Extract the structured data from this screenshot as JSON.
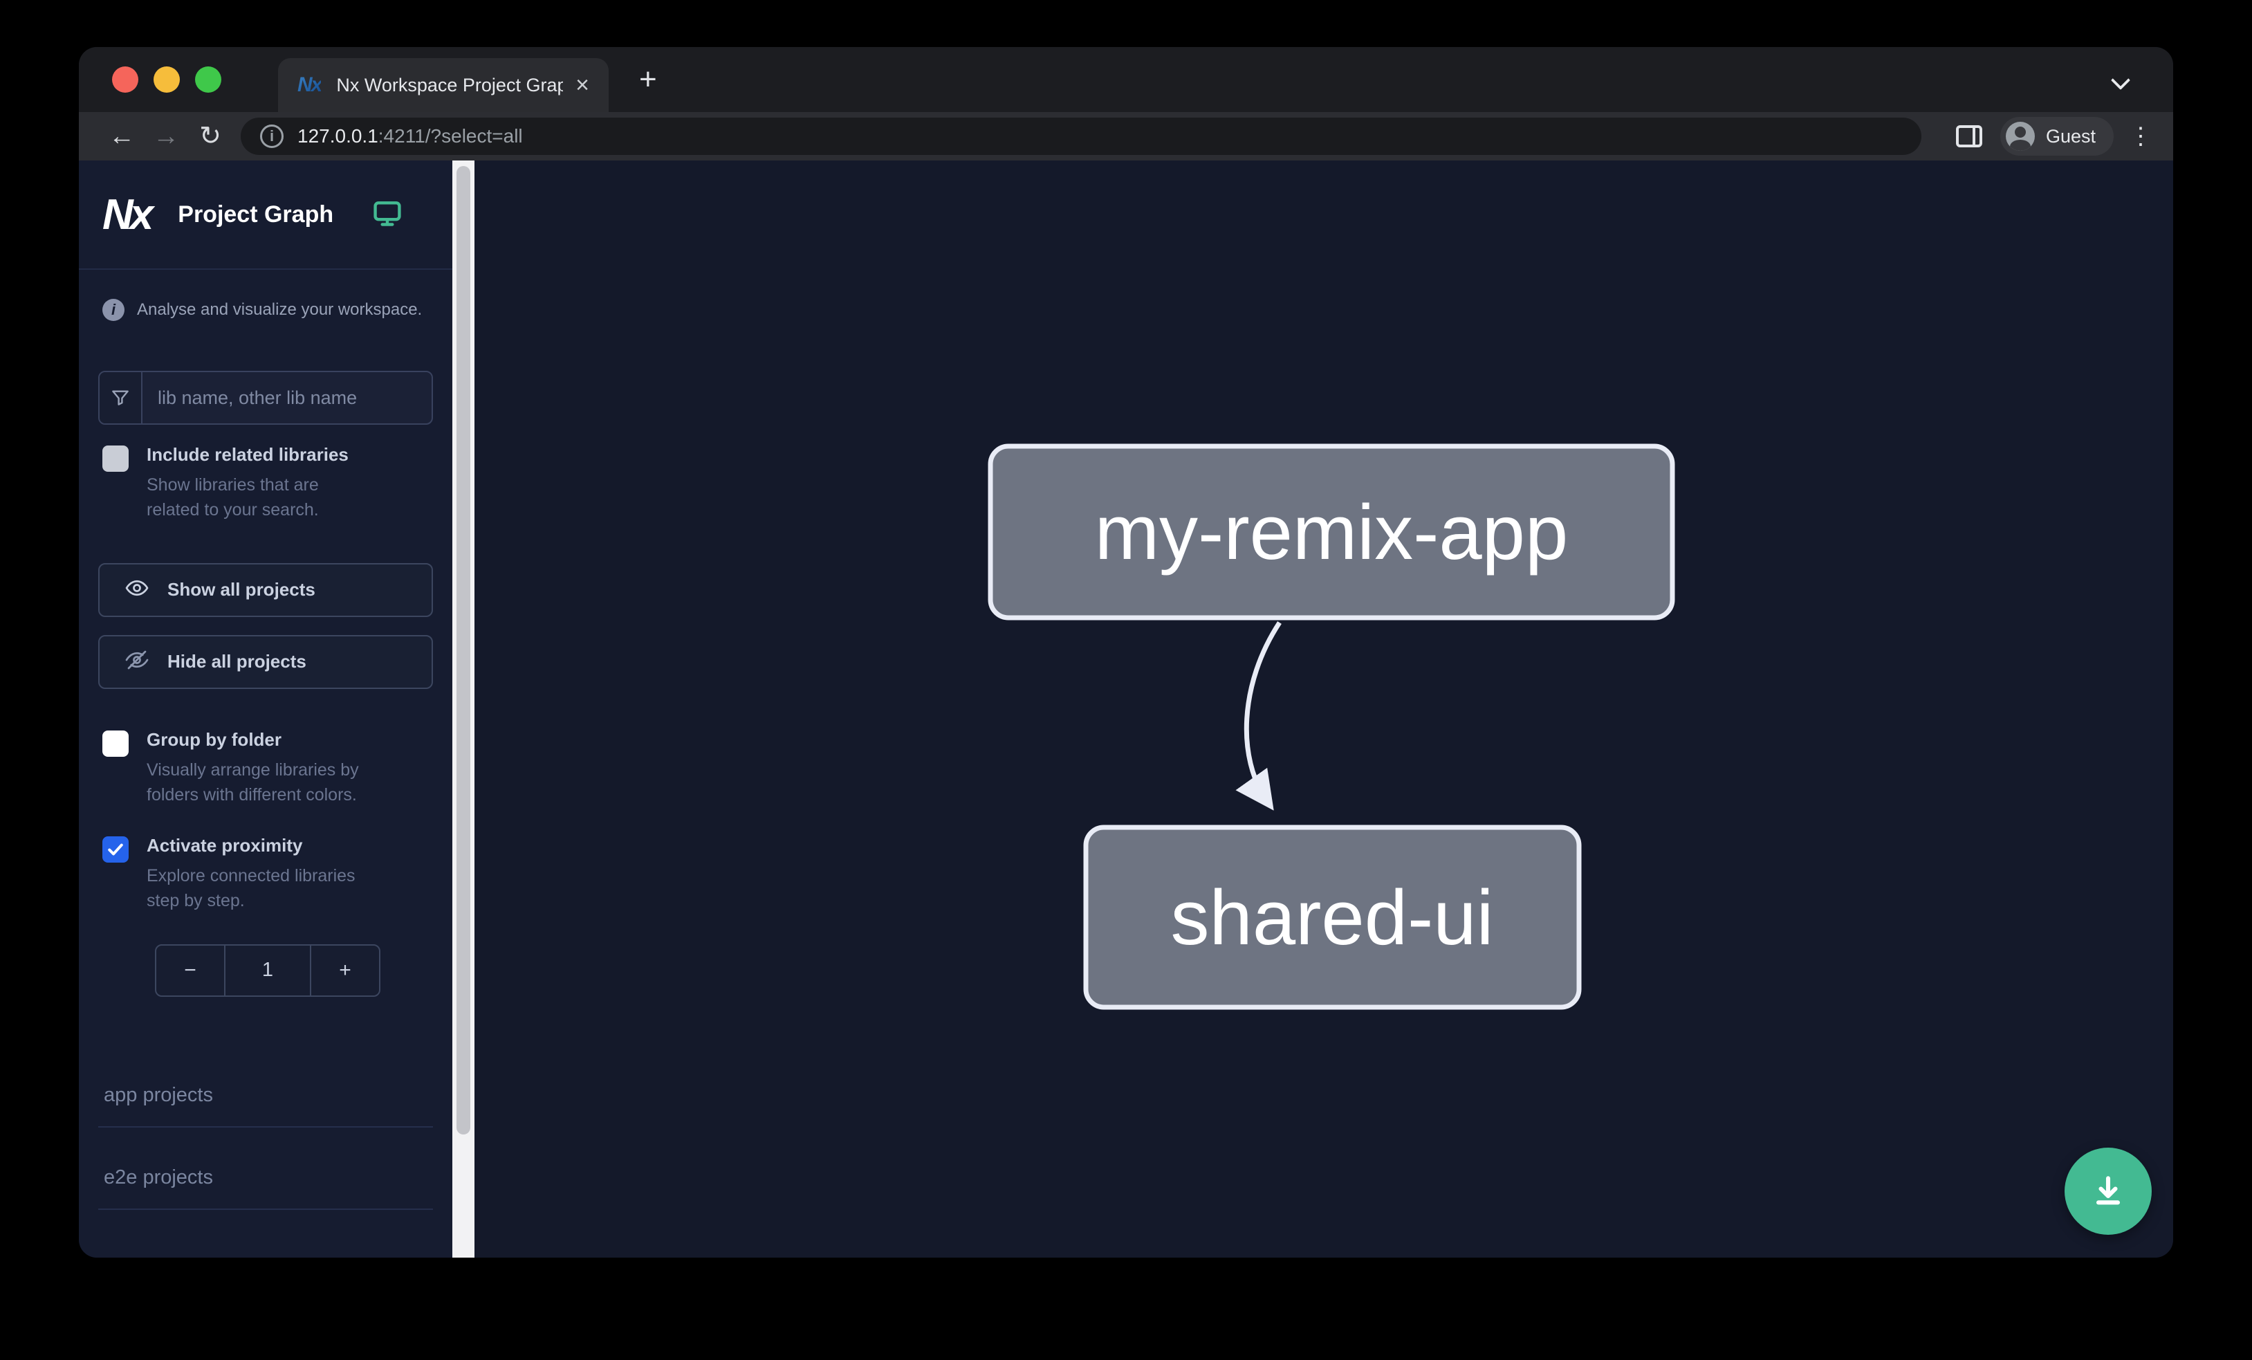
{
  "browser": {
    "tab": {
      "title": "Nx Workspace Project Graph",
      "favicon_text": "Nx",
      "close_glyph": "×",
      "new_tab_glyph": "+"
    },
    "nav": {
      "back_glyph": "←",
      "forward_glyph": "→",
      "reload_glyph": "↻"
    },
    "url": {
      "info_glyph": "i",
      "host": "127.0.0.1",
      "rest": ":4211/?select=all"
    },
    "profile": {
      "label": "Guest"
    },
    "menu_glyph": "⋮"
  },
  "sidebar": {
    "brand": {
      "logo_text": "Nx",
      "title": "Project Graph"
    },
    "tagline": {
      "icon_glyph": "i",
      "text": "Analyse and visualize your workspace."
    },
    "filter": {
      "placeholder": "lib name, other lib name"
    },
    "options": [
      {
        "label": "Include related libraries",
        "description": "Show libraries that are related to your search.",
        "checked": false
      },
      {
        "label": "Group by folder",
        "description": "Visually arrange libraries by folders with different colors.",
        "checked": false
      },
      {
        "label": "Activate proximity",
        "description": "Explore connected libraries step by step.",
        "checked": true
      }
    ],
    "actions": [
      {
        "label": "Show all projects",
        "icon": "eye-icon"
      },
      {
        "label": "Hide all projects",
        "icon": "eye-off-icon"
      }
    ],
    "proximity_stepper": {
      "decrement_glyph": "−",
      "value": "1",
      "increment_glyph": "+"
    },
    "sections": [
      {
        "label": "app projects"
      },
      {
        "label": "e2e projects"
      }
    ]
  },
  "graph": {
    "nodes": [
      {
        "label": "my-remix-app",
        "type": "app"
      },
      {
        "label": "shared-ui",
        "type": "lib"
      }
    ],
    "edges": [
      {
        "source": "my-remix-app",
        "target": "shared-ui"
      }
    ]
  },
  "colors": {
    "accent_teal": "#43ba92",
    "checkbox_blue": "#2563eb",
    "node_fill": "#6e7482",
    "node_border": "#e9ecf6",
    "canvas_bg": "#14192a",
    "sidebar_bg": "#161c30"
  }
}
